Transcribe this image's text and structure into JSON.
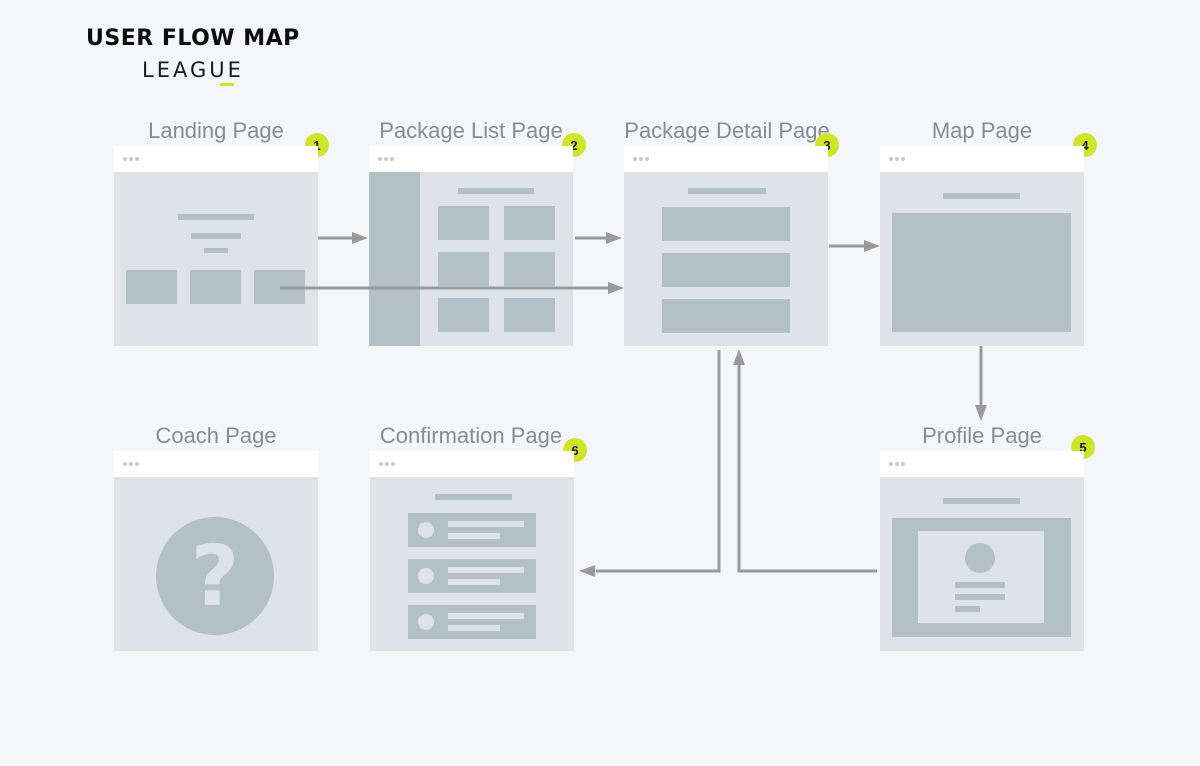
{
  "header": {
    "title": "USER FLOW MAP",
    "brand": "LEAGUE"
  },
  "colors": {
    "badge": "#cfe42a",
    "accent": "#cfe42a",
    "connector": "#9a9a9a",
    "wireframe_fill": "#dde3e8",
    "wireframe_block": "#b3c0c8"
  },
  "pages": [
    {
      "id": "landing",
      "label": "Landing Page",
      "number": "1"
    },
    {
      "id": "package-list",
      "label": "Package List Page",
      "number": "2"
    },
    {
      "id": "package-detail",
      "label": "Package Detail Page",
      "number": "3"
    },
    {
      "id": "map",
      "label": "Map Page",
      "number": "4"
    },
    {
      "id": "profile",
      "label": "Profile Page",
      "number": "5"
    },
    {
      "id": "confirmation",
      "label": "Confirmation Page",
      "number": "6"
    },
    {
      "id": "coach",
      "label": "Coach Page",
      "number": ""
    }
  ],
  "coach": {
    "glyph": "?"
  },
  "flows": [
    {
      "from": "Landing Page",
      "to": "Package List Page"
    },
    {
      "from": "Landing Page",
      "to": "Package Detail Page"
    },
    {
      "from": "Package List Page",
      "to": "Package Detail Page"
    },
    {
      "from": "Package Detail Page",
      "to": "Map Page"
    },
    {
      "from": "Map Page",
      "to": "Profile Page"
    },
    {
      "from": "Profile Page",
      "to": "Package Detail Page"
    },
    {
      "from": "Package Detail Page",
      "to": "Confirmation Page"
    }
  ]
}
